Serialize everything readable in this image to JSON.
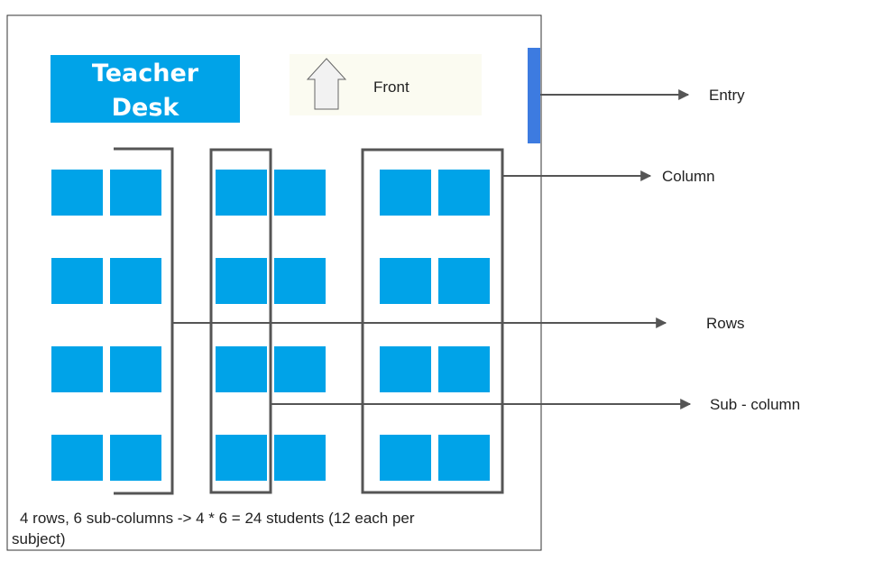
{
  "teacher_desk": {
    "line1": "Teacher",
    "line2": "Desk"
  },
  "front": {
    "label": "Front",
    "icon": "arrow-up-icon"
  },
  "labels": {
    "entry": "Entry",
    "column": "Column",
    "rows": "Rows",
    "sub_column": "Sub - column"
  },
  "caption": {
    "line1": "4 rows, 6 sub-columns -> 4 * 6 = 24 students (12 each per",
    "line2": "subject)"
  },
  "layout_counts": {
    "rows": 4,
    "sub_columns": 6,
    "students": 24
  },
  "colors": {
    "seat": "#00a3e8",
    "teacher_desk": "#00a3e8",
    "entry_door": "#3d7be0",
    "bracket": "#555555",
    "front_box": "#fbfbf1",
    "arrow": "#555555"
  }
}
